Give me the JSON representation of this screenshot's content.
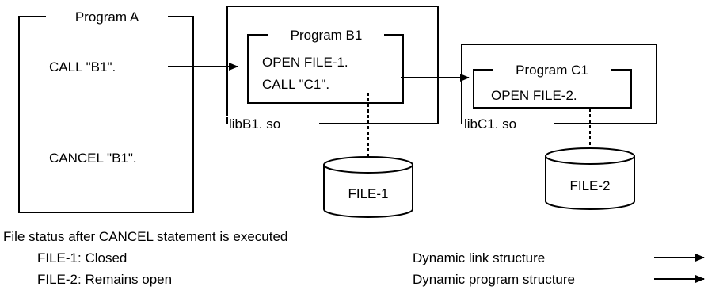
{
  "program_a": {
    "title": "Program A",
    "call_stmt": "CALL \"B1\".",
    "cancel_stmt": "CANCEL \"B1\"."
  },
  "lib_b1": {
    "name": "libB1. so",
    "program_title": "Program B1",
    "line1": "OPEN FILE-1.",
    "line2": "CALL   \"C1\"."
  },
  "lib_c1": {
    "name": "libC1. so",
    "program_title": "Program C1",
    "line1": "OPEN FILE-2."
  },
  "files": [
    {
      "name": "FILE-1"
    },
    {
      "name": "FILE-2"
    }
  ],
  "status": {
    "heading": "File status after CANCEL statement is executed",
    "file1": "FILE-1: Closed",
    "file2": "FILE-2: Remains open"
  },
  "legend": {
    "link": "Dynamic link structure",
    "program": "Dynamic program structure"
  }
}
